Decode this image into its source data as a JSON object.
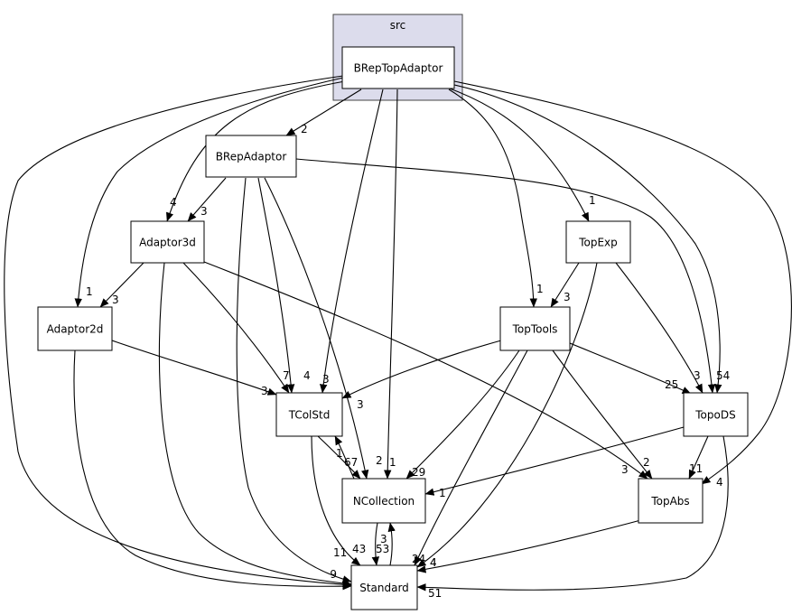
{
  "cluster": {
    "label": "src",
    "fill": "#dcdcec",
    "stroke": "#444444"
  },
  "nodes": {
    "BRepTopAdaptor": {
      "label": "BRepTopAdaptor",
      "fill": "#ebebff"
    },
    "BRepAdaptor": {
      "label": "BRepAdaptor"
    },
    "Adaptor3d": {
      "label": "Adaptor3d"
    },
    "Adaptor2d": {
      "label": "Adaptor2d"
    },
    "TopExp": {
      "label": "TopExp"
    },
    "TopTools": {
      "label": "TopTools"
    },
    "TColStd": {
      "label": "TColStd"
    },
    "TopoDS": {
      "label": "TopoDS"
    },
    "NCollection": {
      "label": "NCollection"
    },
    "TopAbs": {
      "label": "TopAbs"
    },
    "Standard": {
      "label": "Standard"
    }
  },
  "edges": [
    {
      "id": "brt-brepadaptor",
      "from": "BRepTopAdaptor",
      "to": "BRepAdaptor",
      "label": "2"
    },
    {
      "id": "brt-adaptor3d",
      "from": "BRepTopAdaptor",
      "to": "Adaptor3d",
      "label": "4"
    },
    {
      "id": "brt-adaptor2d",
      "from": "BRepTopAdaptor",
      "to": "Adaptor2d",
      "label": "1"
    },
    {
      "id": "brt-topexp",
      "from": "BRepTopAdaptor",
      "to": "TopExp",
      "label": "1"
    },
    {
      "id": "brt-toptools",
      "from": "BRepTopAdaptor",
      "to": "TopTools",
      "label": "1"
    },
    {
      "id": "brt-tcolstd",
      "from": "BRepTopAdaptor",
      "to": "TColStd",
      "label": "3"
    },
    {
      "id": "brt-ncollection",
      "from": "BRepTopAdaptor",
      "to": "NCollection",
      "label": "1"
    },
    {
      "id": "brt-topods",
      "from": "BRepTopAdaptor",
      "to": "TopoDS",
      "label": "54"
    },
    {
      "id": "brt-topabs",
      "from": "BRepTopAdaptor",
      "to": "TopAbs",
      "label": "4"
    },
    {
      "id": "brt-standard",
      "from": "BRepTopAdaptor",
      "to": "Standard",
      "label": "9"
    },
    {
      "id": "brepadaptor-adaptor3d",
      "from": "BRepAdaptor",
      "to": "Adaptor3d",
      "label": "3"
    },
    {
      "id": "brepadaptor-tcolstd",
      "from": "BRepAdaptor",
      "to": "TColStd",
      "label": "4"
    },
    {
      "id": "brepadaptor-ncollection",
      "from": "BRepAdaptor",
      "to": "NCollection",
      "label": "2"
    },
    {
      "id": "brepadaptor-topods",
      "from": "BRepAdaptor",
      "to": "TopoDS",
      "label": ""
    },
    {
      "id": "brepadaptor-standard",
      "from": "BRepAdaptor",
      "to": "Standard",
      "label": "11"
    },
    {
      "id": "adaptor3d-adaptor2d",
      "from": "Adaptor3d",
      "to": "Adaptor2d",
      "label": "3"
    },
    {
      "id": "adaptor3d-tcolstd",
      "from": "Adaptor3d",
      "to": "TColStd",
      "label": "7"
    },
    {
      "id": "adaptor3d-topabs",
      "from": "Adaptor3d",
      "to": "TopAbs",
      "label": "3"
    },
    {
      "id": "adaptor3d-standard",
      "from": "Adaptor3d",
      "to": "Standard",
      "label": ""
    },
    {
      "id": "adaptor2d-tcolstd",
      "from": "Adaptor2d",
      "to": "TColStd",
      "label": "3"
    },
    {
      "id": "adaptor2d-standard",
      "from": "Adaptor2d",
      "to": "Standard",
      "label": ""
    },
    {
      "id": "topexp-toptools",
      "from": "TopExp",
      "to": "TopTools",
      "label": "3"
    },
    {
      "id": "topexp-topods",
      "from": "TopExp",
      "to": "TopoDS",
      "label": "3"
    },
    {
      "id": "topexp-standard",
      "from": "TopExp",
      "to": "Standard",
      "label": "4"
    },
    {
      "id": "toptools-tcolstd",
      "from": "TopTools",
      "to": "TColStd",
      "label": "3"
    },
    {
      "id": "toptools-topods",
      "from": "TopTools",
      "to": "TopoDS",
      "label": "25"
    },
    {
      "id": "toptools-ncollection",
      "from": "TopTools",
      "to": "NCollection",
      "label": "29"
    },
    {
      "id": "toptools-topabs",
      "from": "TopTools",
      "to": "TopAbs",
      "label": "2"
    },
    {
      "id": "toptools-standard",
      "from": "TopTools",
      "to": "Standard",
      "label": "24"
    },
    {
      "id": "tcolstd-ncollection",
      "from": "TColStd",
      "to": "NCollection",
      "label": "67"
    },
    {
      "id": "ncollection-tcolstd",
      "from": "NCollection",
      "to": "TColStd",
      "label": "1"
    },
    {
      "id": "tcolstd-standard",
      "from": "TColStd",
      "to": "Standard",
      "label": "43"
    },
    {
      "id": "topods-ncollection",
      "from": "TopoDS",
      "to": "NCollection",
      "label": "1"
    },
    {
      "id": "topods-topabs",
      "from": "TopoDS",
      "to": "TopAbs",
      "label": "11"
    },
    {
      "id": "topods-standard",
      "from": "TopoDS",
      "to": "Standard",
      "label": "51"
    },
    {
      "id": "ncollection-standard",
      "from": "NCollection",
      "to": "Standard",
      "label": "53"
    },
    {
      "id": "standard-ncollection",
      "from": "Standard",
      "to": "NCollection",
      "label": "3"
    },
    {
      "id": "topabs-standard",
      "from": "TopAbs",
      "to": "Standard",
      "label": "4"
    }
  ]
}
